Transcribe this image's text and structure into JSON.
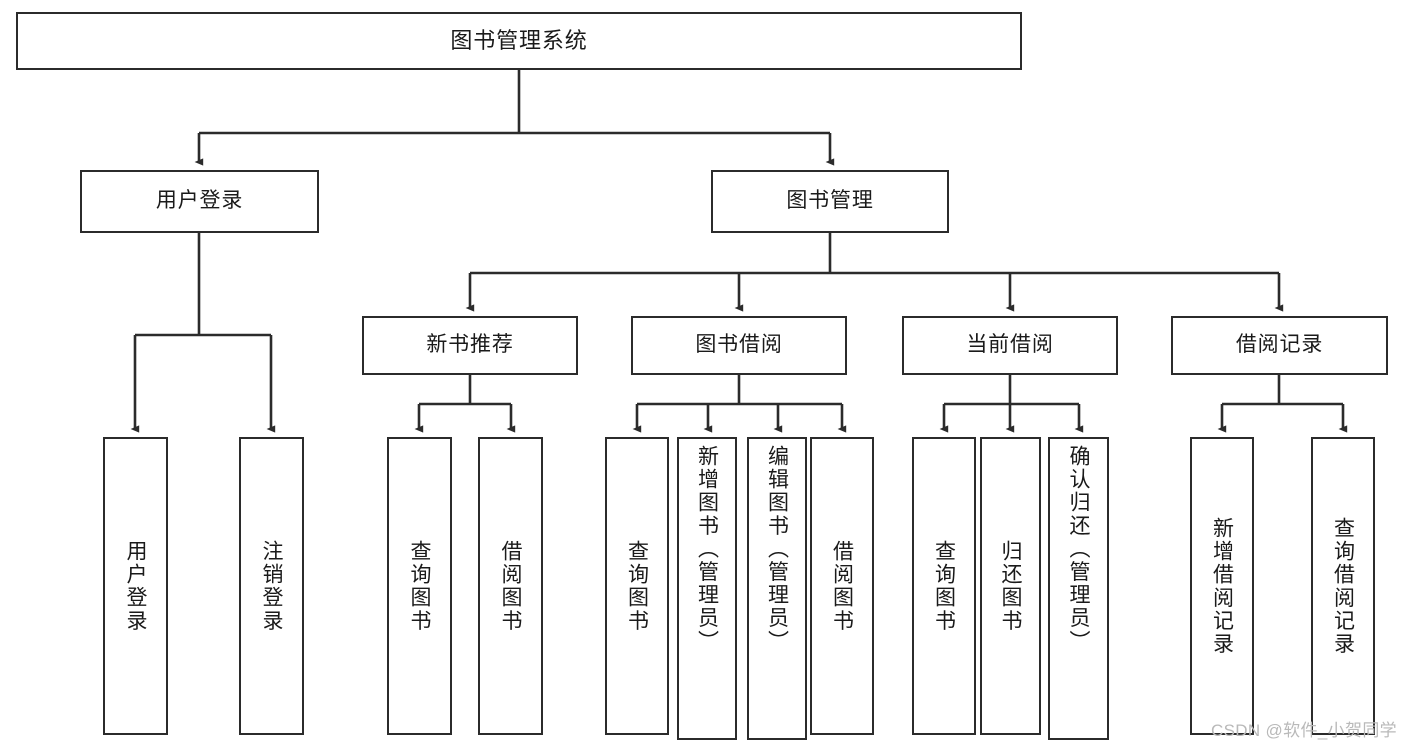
{
  "diagram": {
    "title": "图书管理系统",
    "type": "tree",
    "orientation": "top-down",
    "colors": {
      "box_border": "#2b2b2b",
      "box_fill": "#ffffff",
      "connector": "#2b2b2b",
      "text": "#1a1a1a",
      "watermark": "#b9b9b9",
      "background": "#ffffff"
    },
    "root": {
      "label": "图书管理系统",
      "text_orientation": "horizontal"
    },
    "level2": [
      {
        "label": "用户登录",
        "text_orientation": "horizontal"
      },
      {
        "label": "图书管理",
        "text_orientation": "horizontal"
      }
    ],
    "level3": [
      {
        "label": "新书推荐",
        "text_orientation": "horizontal",
        "parent": "图书管理"
      },
      {
        "label": "图书借阅",
        "text_orientation": "horizontal",
        "parent": "图书管理"
      },
      {
        "label": "当前借阅",
        "text_orientation": "horizontal",
        "parent": "图书管理"
      },
      {
        "label": "借阅记录",
        "text_orientation": "horizontal",
        "parent": "图书管理"
      }
    ],
    "leaves": {
      "user_login": [
        {
          "label": "用户登录",
          "text_orientation": "vertical"
        },
        {
          "label": "注销登录",
          "text_orientation": "vertical"
        }
      ],
      "new_book_recommend": [
        {
          "label": "查询图书",
          "text_orientation": "vertical"
        },
        {
          "label": "借阅图书",
          "text_orientation": "vertical"
        }
      ],
      "book_borrow": [
        {
          "label": "查询图书",
          "text_orientation": "vertical"
        },
        {
          "label": "新增图书（管理员）",
          "text_orientation": "vertical"
        },
        {
          "label": "编辑图书（管理员）",
          "text_orientation": "vertical"
        },
        {
          "label": "借阅图书",
          "text_orientation": "vertical"
        }
      ],
      "current_borrow": [
        {
          "label": "查询图书",
          "text_orientation": "vertical"
        },
        {
          "label": "归还图书",
          "text_orientation": "vertical"
        },
        {
          "label": "确认归还（管理员）",
          "text_orientation": "vertical"
        }
      ],
      "borrow_record": [
        {
          "label": "新增借阅记录",
          "text_orientation": "vertical"
        },
        {
          "label": "查询借阅记录",
          "text_orientation": "vertical"
        }
      ]
    }
  },
  "watermark": {
    "text": "CSDN @软件_小贺同学"
  }
}
